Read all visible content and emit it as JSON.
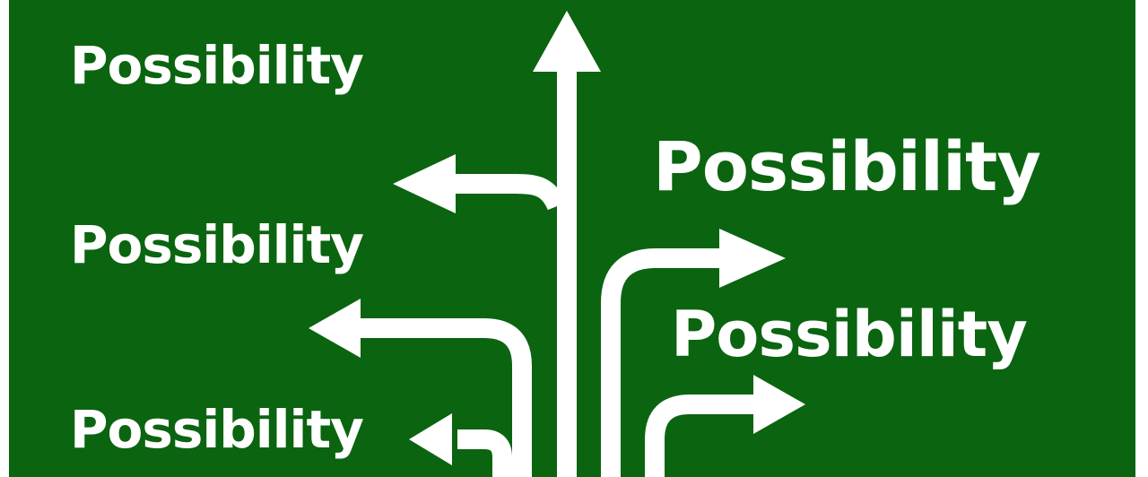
{
  "sign": {
    "background_color": "#0b6410",
    "foreground_color": "#ffffff",
    "labels": [
      {
        "text": "Possibility"
      },
      {
        "text": "Possibility"
      },
      {
        "text": "Possibility"
      },
      {
        "text": "Possibility"
      },
      {
        "text": "Possibility"
      }
    ],
    "arrows": [
      {
        "name": "arrow-up-icon"
      },
      {
        "name": "arrow-left-upper-icon"
      },
      {
        "name": "arrow-right-upper-icon"
      },
      {
        "name": "arrow-left-middle-icon"
      },
      {
        "name": "arrow-right-lower-icon"
      },
      {
        "name": "arrow-left-lower-icon"
      }
    ]
  }
}
